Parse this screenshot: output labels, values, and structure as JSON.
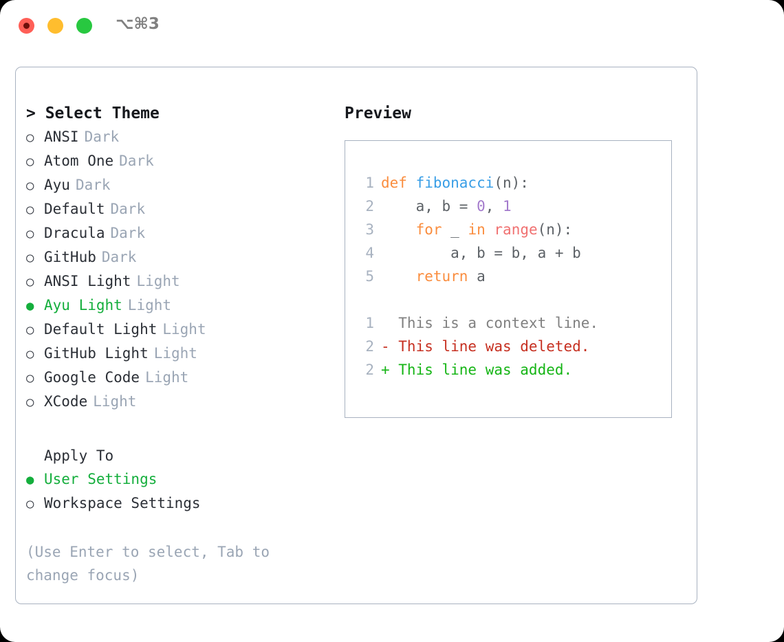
{
  "window": {
    "traffic_lights": [
      "close",
      "minimize",
      "maximize"
    ],
    "shortcut": "⌥⌘3"
  },
  "theme_picker": {
    "title": "> Select Theme",
    "bullet_unselected": "○",
    "bullet_selected": "●",
    "items": [
      {
        "name": "ANSI",
        "kind": "Dark",
        "selected": false
      },
      {
        "name": "Atom One",
        "kind": "Dark",
        "selected": false
      },
      {
        "name": "Ayu",
        "kind": "Dark",
        "selected": false
      },
      {
        "name": "Default",
        "kind": "Dark",
        "selected": false
      },
      {
        "name": "Dracula",
        "kind": "Dark",
        "selected": false
      },
      {
        "name": "GitHub",
        "kind": "Dark",
        "selected": false
      },
      {
        "name": "ANSI Light",
        "kind": "Light",
        "selected": false
      },
      {
        "name": "Ayu Light",
        "kind": "Light",
        "selected": true
      },
      {
        "name": "Default Light",
        "kind": "Light",
        "selected": false
      },
      {
        "name": "GitHub Light",
        "kind": "Light",
        "selected": false
      },
      {
        "name": "Google Code",
        "kind": "Light",
        "selected": false
      },
      {
        "name": "XCode",
        "kind": "Light",
        "selected": false
      }
    ]
  },
  "apply_to": {
    "title": "Apply To",
    "items": [
      {
        "name": "User Settings",
        "selected": true
      },
      {
        "name": "Workspace Settings",
        "selected": false
      }
    ]
  },
  "hint": "(Use Enter to select, Tab to change focus)",
  "preview": {
    "title": "Preview",
    "code_lines": [
      {
        "number": "1",
        "tokens": [
          {
            "text": "def ",
            "type": "kw"
          },
          {
            "text": "fibonacci",
            "type": "fn"
          },
          {
            "text": "(n):",
            "type": "punc"
          }
        ]
      },
      {
        "number": "2",
        "tokens": [
          {
            "text": "    a, b = ",
            "type": "plain"
          },
          {
            "text": "0",
            "type": "num"
          },
          {
            "text": ", ",
            "type": "plain"
          },
          {
            "text": "1",
            "type": "num"
          }
        ]
      },
      {
        "number": "3",
        "tokens": [
          {
            "text": "    ",
            "type": "plain"
          },
          {
            "text": "for",
            "type": "kw"
          },
          {
            "text": " _ ",
            "type": "plain"
          },
          {
            "text": "in",
            "type": "kw"
          },
          {
            "text": " ",
            "type": "plain"
          },
          {
            "text": "range",
            "type": "bi"
          },
          {
            "text": "(n):",
            "type": "punc"
          }
        ]
      },
      {
        "number": "4",
        "tokens": [
          {
            "text": "        a, b = b, a + b",
            "type": "plain"
          }
        ]
      },
      {
        "number": "5",
        "tokens": [
          {
            "text": "    ",
            "type": "plain"
          },
          {
            "text": "return",
            "type": "kw"
          },
          {
            "text": " a",
            "type": "plain"
          }
        ]
      }
    ],
    "diff_lines": [
      {
        "number": "1",
        "marker": " ",
        "text": "  This is a context line.",
        "type": "ctx"
      },
      {
        "number": "2",
        "marker": " ",
        "text": "- This line was deleted.",
        "type": "del"
      },
      {
        "number": "2",
        "marker": " ",
        "text": "+ This line was added.",
        "type": "add"
      }
    ]
  },
  "colors": {
    "accent_green": "#14ae3c",
    "muted": "#9aa5b4",
    "border": "#a8b2c0",
    "keyword": "#fa8d3e",
    "function": "#399ee6",
    "number": "#a37acc",
    "builtin": "#f07171",
    "diff_delete": "#c62f20",
    "diff_add": "#16b516",
    "light_red": "#ff5f57",
    "light_yellow": "#ffbd2e",
    "light_green": "#28c840"
  }
}
